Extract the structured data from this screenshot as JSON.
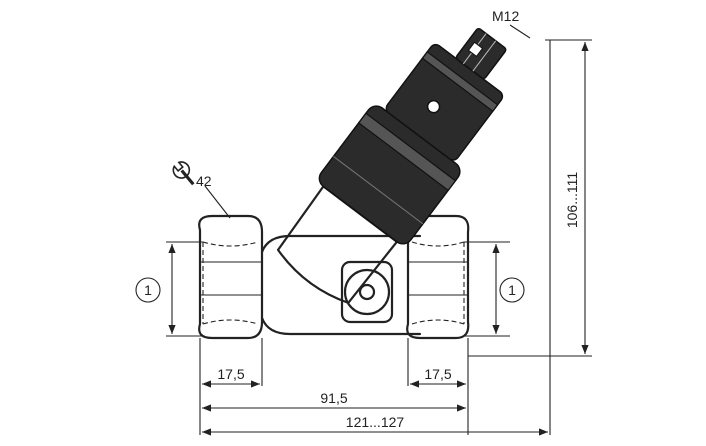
{
  "labels": {
    "connector": "M12",
    "wrench_size": "42",
    "height_range": "106...111",
    "thread_marker_left": "1",
    "thread_marker_right": "1",
    "hex_length_left": "17,5",
    "hex_length_right": "17,5",
    "body_length": "91,5",
    "overall_length": "121...127"
  },
  "icons": {
    "wrench": "wrench-icon"
  },
  "colors": {
    "line": "#222222",
    "sensor_head": "#2b2b2b",
    "background": "#ffffff"
  }
}
